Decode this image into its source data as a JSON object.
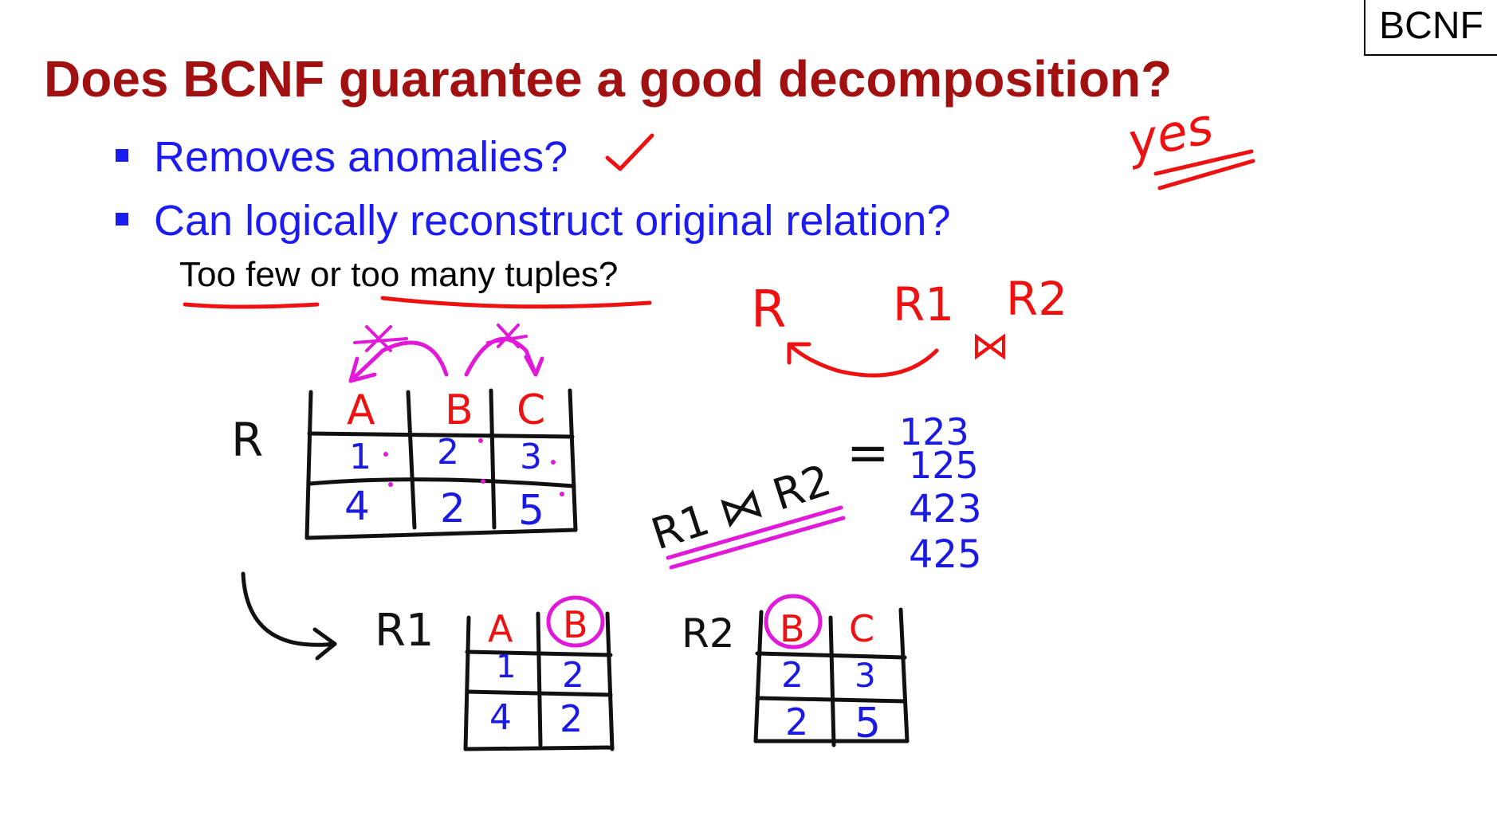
{
  "slide": {
    "tag": "BCNF",
    "title": "Does BCNF guarantee a good decomposition?",
    "bullets": [
      {
        "label": "Removes anomalies?"
      },
      {
        "label": "Can logically reconstruct original relation?"
      }
    ],
    "subtext": "Too few or too many tuples?"
  },
  "annotations": {
    "yes": "yes",
    "r_label": "R",
    "r1_label": "R1",
    "r2_label": "R2",
    "join_expr": "R1 ⋈ R2",
    "join_symbol": "⋈",
    "equals": "=",
    "join_results": [
      "123",
      "125",
      "423",
      "425"
    ]
  },
  "tables": {
    "R": {
      "headers": [
        "A",
        "B",
        "C"
      ],
      "rows": [
        [
          "1",
          "2",
          "3"
        ],
        [
          "4",
          "2",
          "5"
        ]
      ]
    },
    "R1": {
      "headers": [
        "A",
        "B"
      ],
      "rows": [
        [
          "1",
          "2"
        ],
        [
          "4",
          "2"
        ]
      ]
    },
    "R2": {
      "headers": [
        "B",
        "C"
      ],
      "rows": [
        [
          "2",
          "3"
        ],
        [
          "2",
          "5"
        ]
      ]
    }
  },
  "colors": {
    "title": "#a11111",
    "bullet": "#1c1cf0",
    "ink_red": "#ee1111",
    "ink_magenta": "#e01ad8",
    "ink_blue": "#1a1ae0",
    "ink_black": "#111111"
  }
}
